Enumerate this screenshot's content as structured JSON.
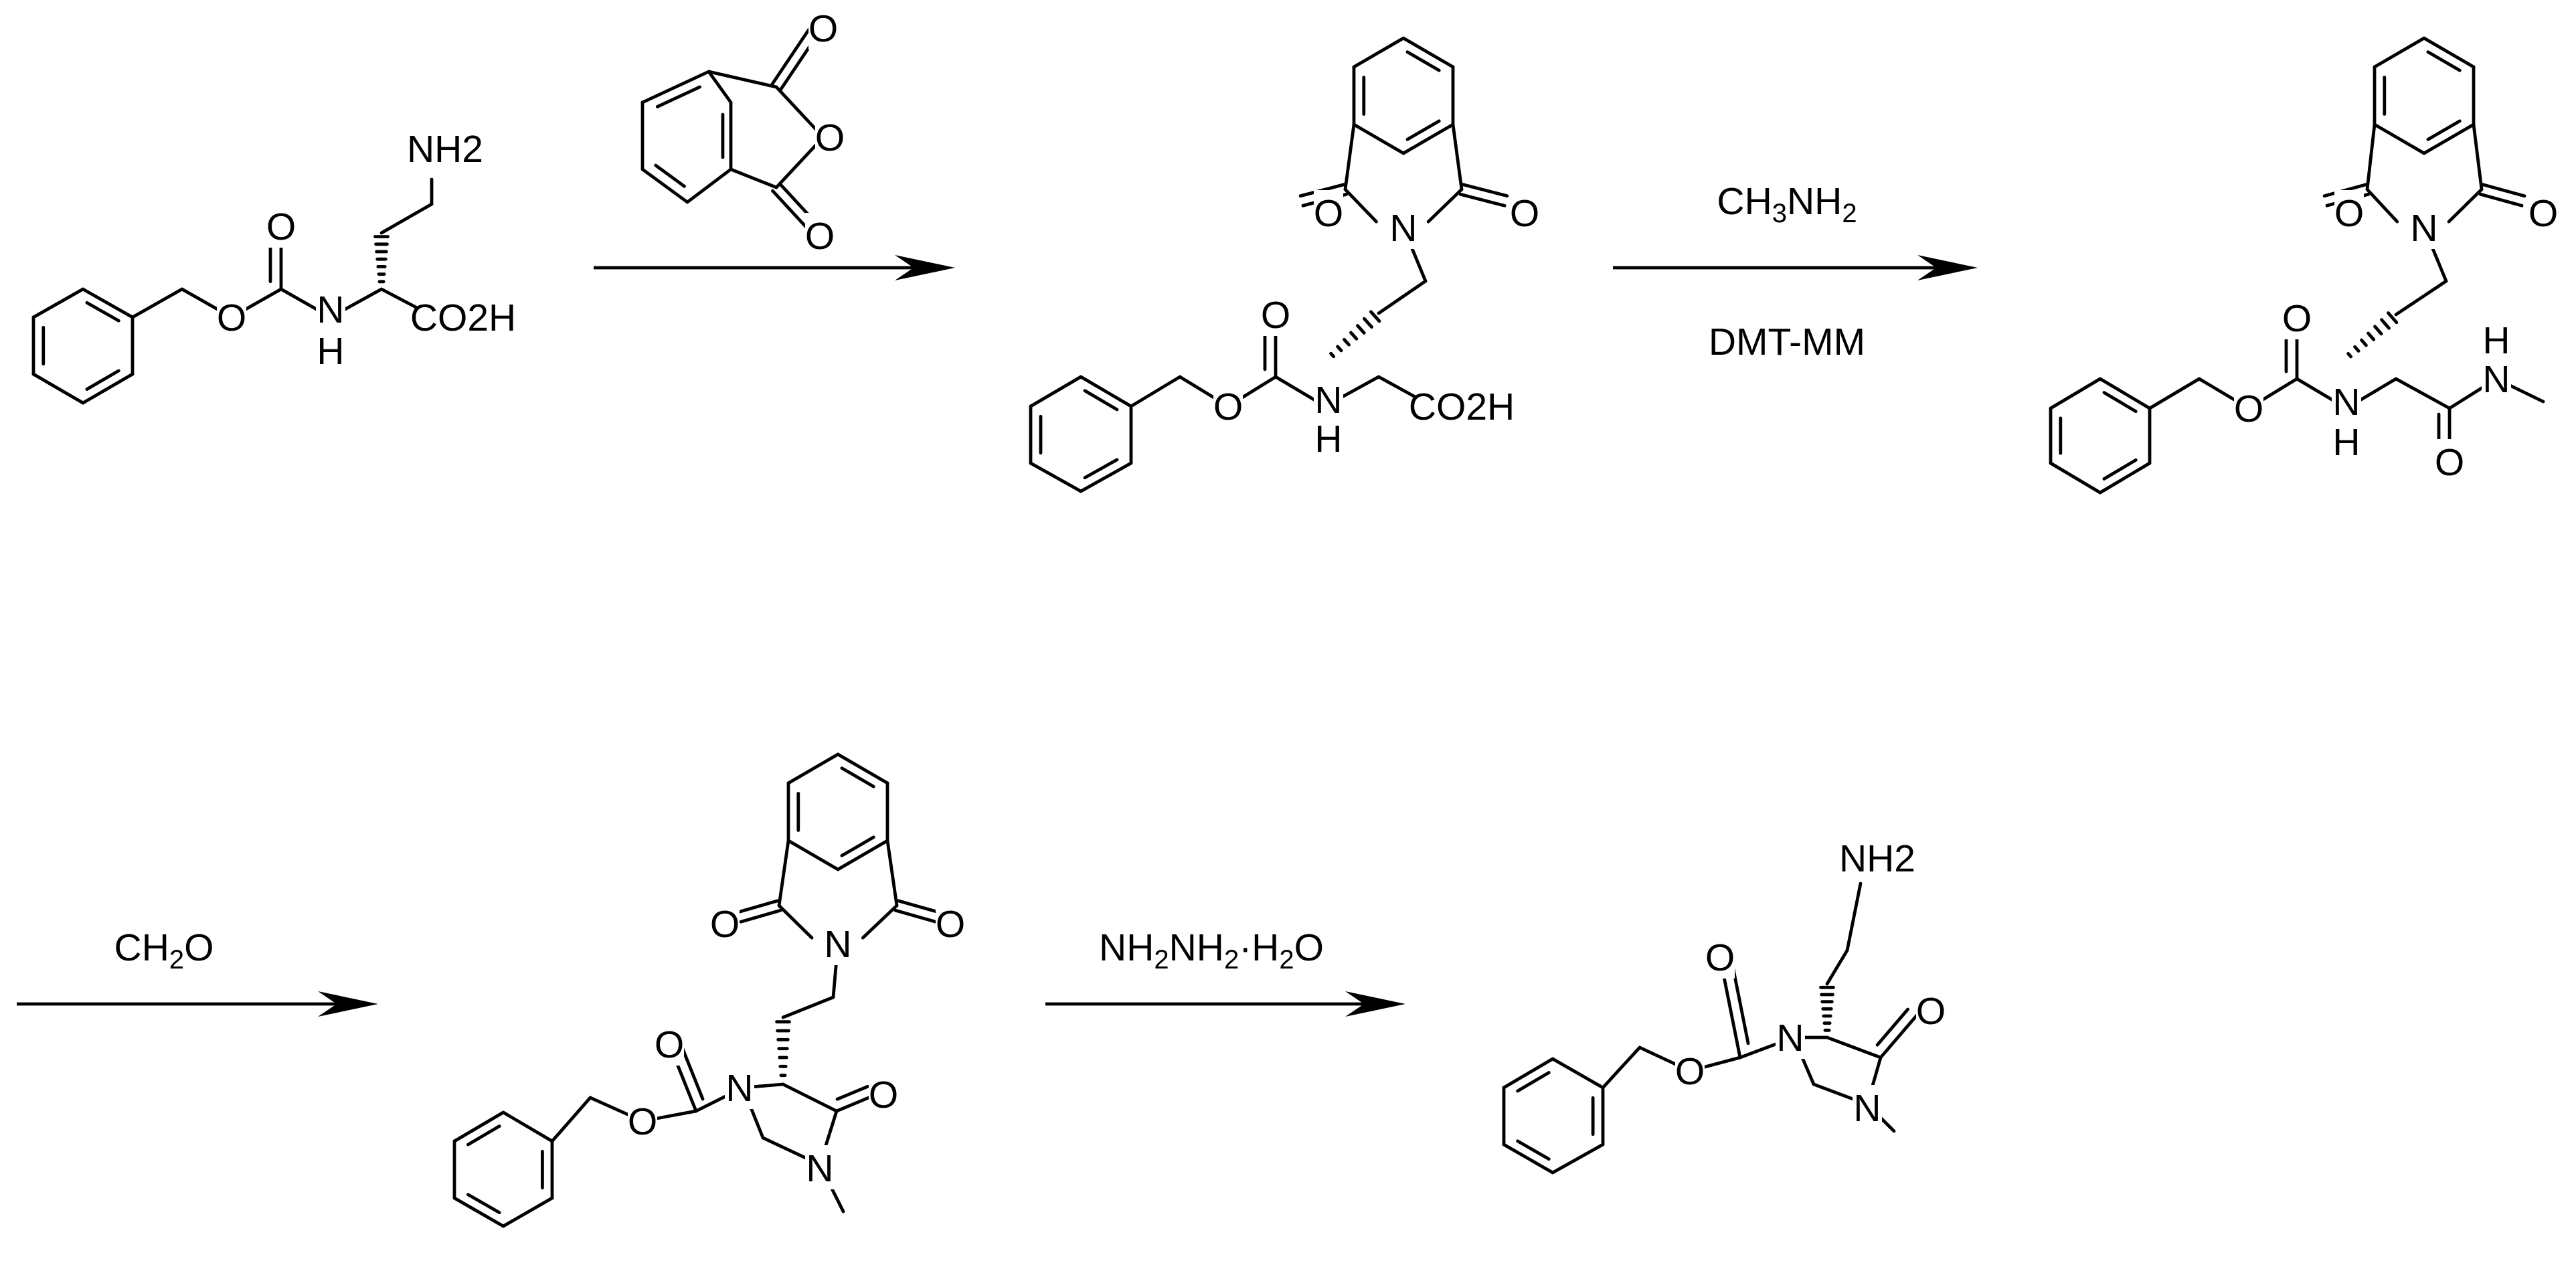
{
  "scheme": {
    "steps": [
      {
        "reagents": {
          "above": "",
          "below": ""
        },
        "reagent_structure": "phthalic-anhydride"
      },
      {
        "reagents": {
          "above": "CH3NH2",
          "below": "DMT-MM"
        }
      },
      {
        "reagents": {
          "above": "CH2O",
          "below": ""
        }
      },
      {
        "reagents": {
          "above": "NH2NH2·H2O",
          "below": ""
        }
      }
    ],
    "compounds": [
      {
        "role": "starting-material",
        "atom_labels": [
          "NH2",
          "O",
          "O",
          "N",
          "H",
          "CO2H"
        ]
      },
      {
        "role": "reagent",
        "atom_labels": [
          "O",
          "O",
          "O"
        ]
      },
      {
        "role": "intermediate-1",
        "atom_labels": [
          "O",
          "N",
          "O",
          "O",
          "O",
          "N",
          "H",
          "CO2H"
        ]
      },
      {
        "role": "intermediate-2",
        "atom_labels": [
          "O",
          "N",
          "O",
          "O",
          "O",
          "N",
          "H",
          "O",
          "N",
          "H"
        ]
      },
      {
        "role": "intermediate-3",
        "atom_labels": [
          "O",
          "N",
          "O",
          "O",
          "O",
          "N",
          "N",
          "O"
        ]
      },
      {
        "role": "product",
        "atom_labels": [
          "NH2",
          "O",
          "O",
          "N",
          "N",
          "O"
        ]
      }
    ]
  }
}
